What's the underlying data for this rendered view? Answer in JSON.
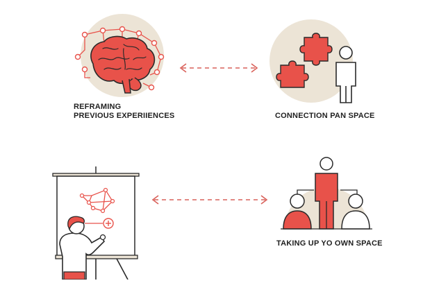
{
  "colors": {
    "accent": "#e8524a",
    "accent_dark": "#b33a33",
    "circle_bg": "#ece4d6",
    "line": "#2a2a2a",
    "arrow": "#d9615a"
  },
  "panels": [
    {
      "id": "reframing",
      "icon": "brain-network-icon",
      "label_lines": [
        "REFRAMING",
        "PREVIOUS EXPERIIENCES"
      ]
    },
    {
      "id": "connection",
      "icon": "puzzle-person-icon",
      "label_lines": [
        "CONNECTION PAN SPACE"
      ]
    },
    {
      "id": "presentation",
      "icon": "presenter-easel-icon",
      "label_lines": []
    },
    {
      "id": "own-space",
      "icon": "people-group-icon",
      "label_lines": [
        "TAKING UP YO OWN SPACE"
      ]
    }
  ],
  "connectors": [
    {
      "id": "top",
      "icon": "double-arrow-dashed-icon"
    },
    {
      "id": "bottom",
      "icon": "double-arrow-dashed-icon"
    }
  ]
}
